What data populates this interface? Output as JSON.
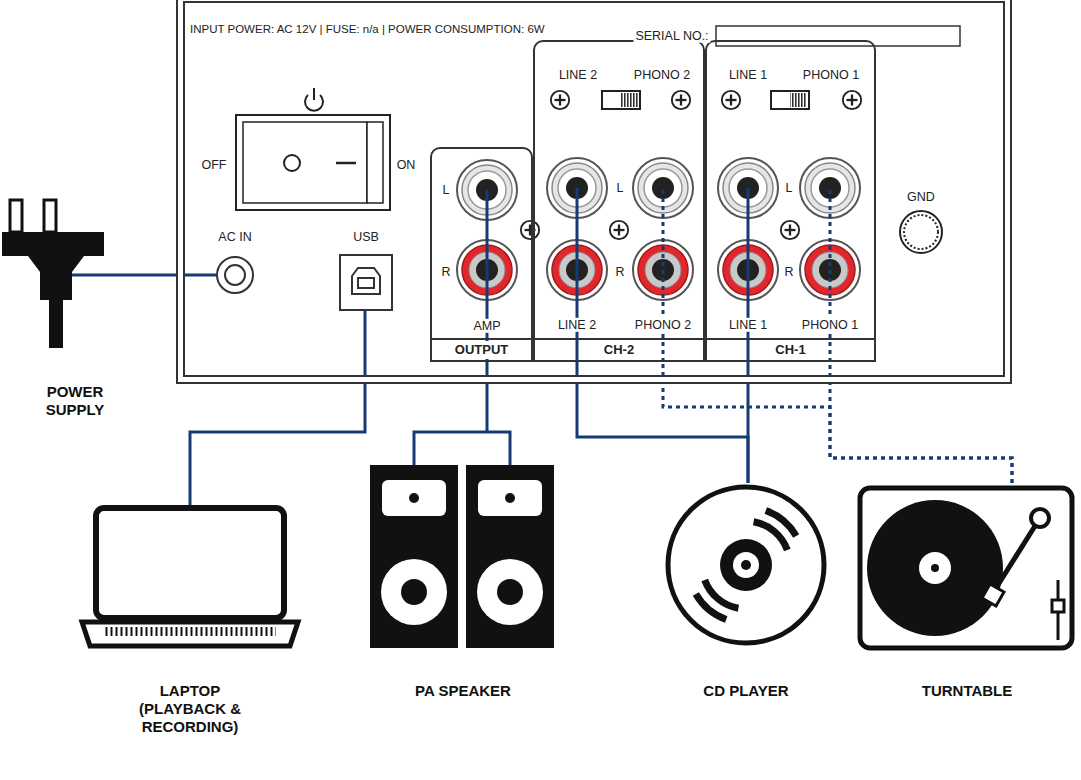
{
  "diagram": {
    "nodes": [
      {
        "text": [
          "INPUT POWER: AC 12V | FUSE: n/a | POWER CONSUMPTION: 6W"
        ]
      },
      {
        "text": [
          "OUTPUT"
        ],
        "in": 0
      },
      {
        "text": [
          "CH-2"
        ],
        "in": 0
      },
      {
        "text": [
          "CH-1"
        ],
        "in": 0
      },
      {
        "text": [
          "POWER SUPPLY"
        ]
      },
      {
        "text": [
          "LAPTOP (PLAYBACK & RECORDING)"
        ]
      },
      {
        "text": [
          "PA SPEAKER"
        ]
      },
      {
        "text": [
          "CD PLAYER"
        ]
      },
      {
        "text": [
          "TURNTABLE"
        ]
      }
    ],
    "edges": [
      {
        "from": 4,
        "to": 0,
        "arrow": "none"
      },
      {
        "from": 5,
        "to": 0,
        "arrow": "none"
      },
      {
        "from": 6,
        "to": 1,
        "arrow": "none"
      },
      {
        "from": 7,
        "to": 2,
        "arrow": "none"
      },
      {
        "from": 7,
        "to": 3,
        "arrow": "none"
      },
      {
        "from": 8,
        "to": 2,
        "arrow": "none"
      },
      {
        "from": 8,
        "to": 3,
        "arrow": "none"
      }
    ],
    "labels": [
      "SERIAL NO.:",
      "OFF",
      "ON",
      "AC IN",
      "USB",
      "L",
      "R",
      "AMP",
      "LINE 2",
      "PHONO 2",
      "L",
      "R",
      "LINE 2",
      "PHONO 2",
      "LINE 1",
      "PHONO 1",
      "L",
      "R",
      "LINE 1",
      "PHONO 1",
      "GND"
    ]
  }
}
